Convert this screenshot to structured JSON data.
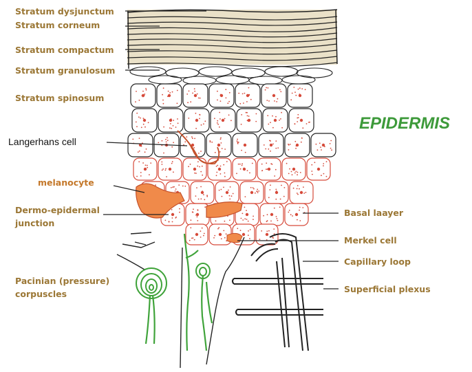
{
  "title": "EPIDERMIS",
  "left_labels": {
    "stratum_dysjunctum": "Stratum dysjunctum",
    "stratum_corneum": "Stratum corneum",
    "stratum_compactum": "Stratum compactum",
    "stratum_granulosum": "Stratum granulosum",
    "stratum_spinosum": "Stratum spinosum",
    "langerhans_cell": "Langerhans cell",
    "melanocyte": "melanocyte",
    "dermo_epidermal_1": "Dermo-epidermal",
    "dermo_epidermal_2": "junction",
    "pacinian_1": "Pacinian (pressure)",
    "pacinian_2": "corpuscles"
  },
  "right_labels": {
    "basal_layer": "Basal laayer",
    "merkel_cell": "Merkel cell",
    "capillary_loop": "Capillary loop",
    "superficial_plexus": "Superficial plexus"
  },
  "colors": {
    "cell_outline": "#d64a3a",
    "melanocyte_fill": "#f08a4a",
    "nerve_green": "#3fa33a",
    "title_green": "#3d9a3a",
    "label_brown": "#9b7735",
    "corneum_fill": "#c8b27a"
  }
}
